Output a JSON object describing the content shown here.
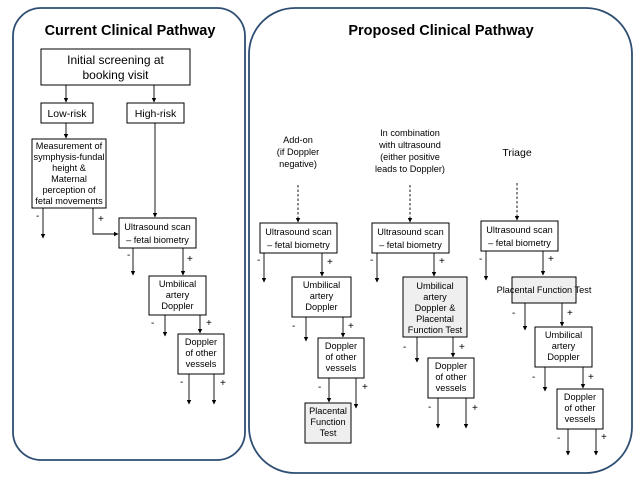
{
  "panels": {
    "current_title": "Current Clinical Pathway",
    "proposed_title": "Proposed Clinical Pathway"
  },
  "current": {
    "initial": [
      "Initial screening at",
      "booking visit"
    ],
    "low_risk": "Low-risk",
    "high_risk": "High-risk",
    "sfh": [
      "Measurement of",
      "symphysis-fundal",
      "height &",
      "Maternal",
      "perception of",
      "fetal movements"
    ],
    "us": [
      "Ultrasound scan",
      "– fetal biometry"
    ],
    "ua": [
      "Umbilical",
      "artery",
      "Doppler"
    ],
    "dov": [
      "Doppler",
      "of other",
      "vessels"
    ]
  },
  "proposed": {
    "addon": {
      "label": [
        "Add-on",
        "(if Doppler",
        "negative)"
      ],
      "us": [
        "Ultrasound scan",
        "– fetal biometry"
      ],
      "ua": [
        "Umbilical",
        "artery",
        "Doppler"
      ],
      "dov": [
        "Doppler",
        "of other",
        "vessels"
      ],
      "pft": [
        "Placental",
        "Function",
        "Test"
      ]
    },
    "combination": {
      "label": [
        "In combination",
        "with ultrasound",
        "(either positive",
        "leads to Doppler)"
      ],
      "us": [
        "Ultrasound scan",
        "– fetal biometry"
      ],
      "ua_pft": [
        "Umbilical",
        "artery",
        "Doppler &",
        "Placental",
        "Function Test"
      ],
      "dov": [
        "Doppler",
        "of other",
        "vessels"
      ]
    },
    "triage": {
      "label": "Triage",
      "us": [
        "Ultrasound scan",
        "– fetal biometry"
      ],
      "pft": "Placental Function Test",
      "ua": [
        "Umbilical",
        "artery",
        "Doppler"
      ],
      "dov": [
        "Doppler",
        "of other",
        "vessels"
      ]
    }
  },
  "signs": {
    "neg": "-",
    "pos": "+"
  }
}
